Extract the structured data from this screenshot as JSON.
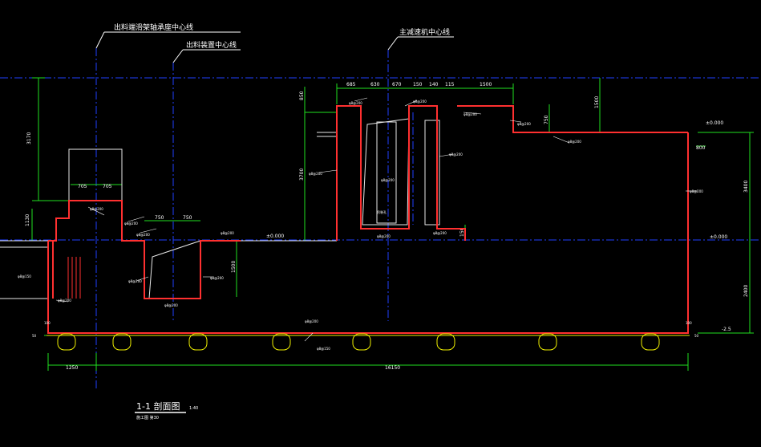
{
  "drawing": {
    "title": "1-1 剖面图",
    "title_scale": "1:40",
    "title_note": "施工图 第30",
    "callouts": {
      "discharge_center_1": "出料端滑架轴承座中心线",
      "discharge_center_2": "出料装置中心线",
      "main_reducer_center": "主减速机中心线"
    },
    "dims_top": [
      "685",
      "630",
      "670",
      "150",
      "140",
      "115",
      "1500"
    ],
    "dims_mid": [
      "705",
      "705",
      "750",
      "750"
    ],
    "dims_total": [
      "1250",
      "16150"
    ],
    "dims_vertical": [
      "3170",
      "1130",
      "1500",
      "3700",
      "850",
      "750",
      "1500",
      "150",
      "3400",
      "2400",
      "800"
    ],
    "levels": [
      "±0.000",
      "±0.000",
      "-2.5",
      "±0.000"
    ],
    "small_labels": [
      "φ8@200",
      "φ8@200",
      "φ8@200",
      "φ8@200",
      "φ8@200",
      "φ8@200",
      "φ8@200",
      "φ8@200",
      "φ8@200",
      "φ8@200",
      "φ8@200",
      "φ8@200",
      "φ8@200",
      "φ8@200",
      "φ8@200",
      "φ8@200",
      "φ8@200",
      "φ8@200",
      "φ8@200",
      "φ8@200"
    ],
    "note_center": "吊装孔",
    "note_b": "φ8@150",
    "note_c": "φ8@150",
    "note_d": "800",
    "note_e": "100",
    "note_f": "100",
    "note_g": "50",
    "note_h": "50"
  }
}
